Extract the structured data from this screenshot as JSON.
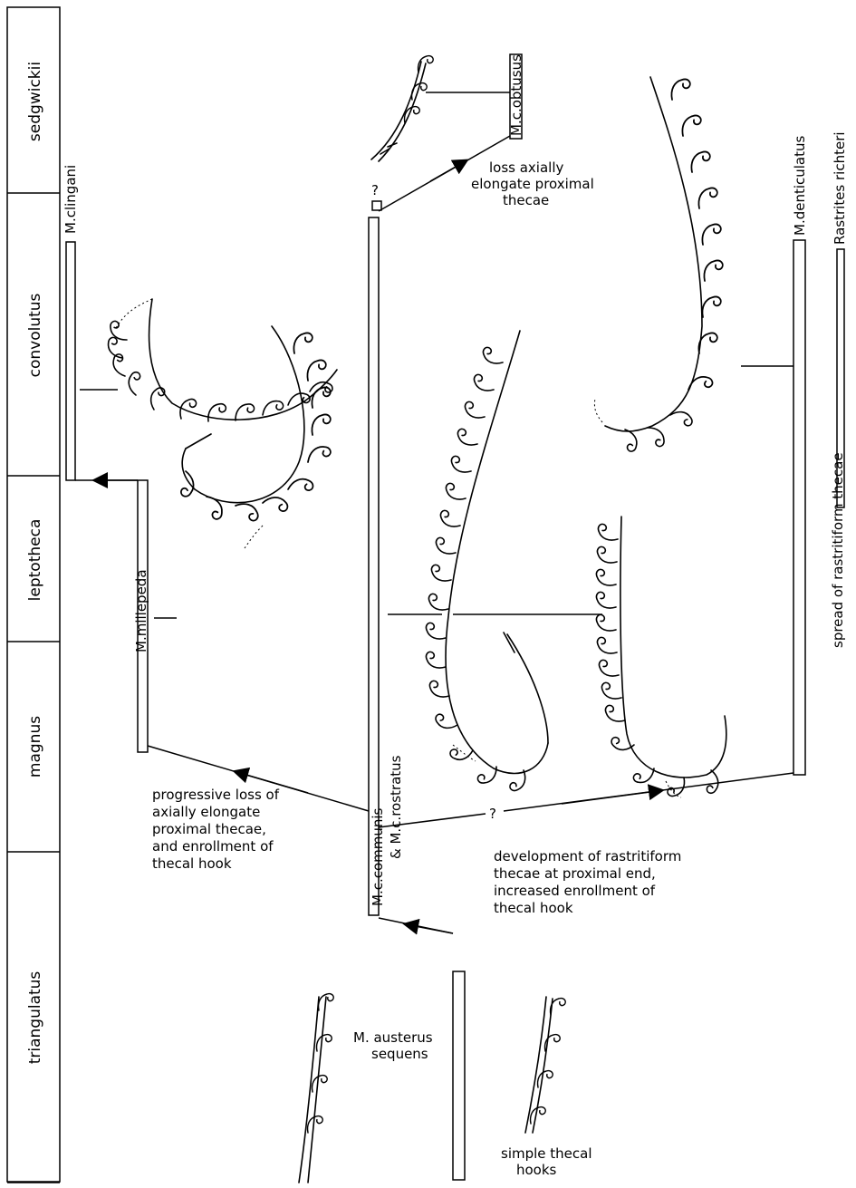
{
  "zones": [
    "sedgwickii",
    "convolutus",
    "leptotheca",
    "magnus",
    "triangulatus"
  ],
  "taxa": {
    "clingani": "M.clingani",
    "obtusus": "M.c.obtusus",
    "denticulatus": "M.denticulatus",
    "richteri": "Rastrites richteri",
    "millepeda": "M.millepeda",
    "communis": "M.c.communis",
    "rostratus": "& M.c.rostratus",
    "austerus": [
      "M. austerus",
      "sequens"
    ]
  },
  "notes": {
    "unknown": "?",
    "loss_axial": [
      "loss axially",
      "elongate proximal",
      "thecae"
    ],
    "progressive": [
      "progressive loss of",
      "axially elongate",
      "proximal thecae,",
      "and enrollment of",
      "thecal hook"
    ],
    "rastritiform_dev": [
      "development of rastritiform",
      "thecae at proximal end,",
      "increased enrollment of",
      "thecal hook"
    ],
    "spread": "spread of rastritiform thecae",
    "simple_hooks": [
      "simple thecal",
      "hooks"
    ]
  }
}
